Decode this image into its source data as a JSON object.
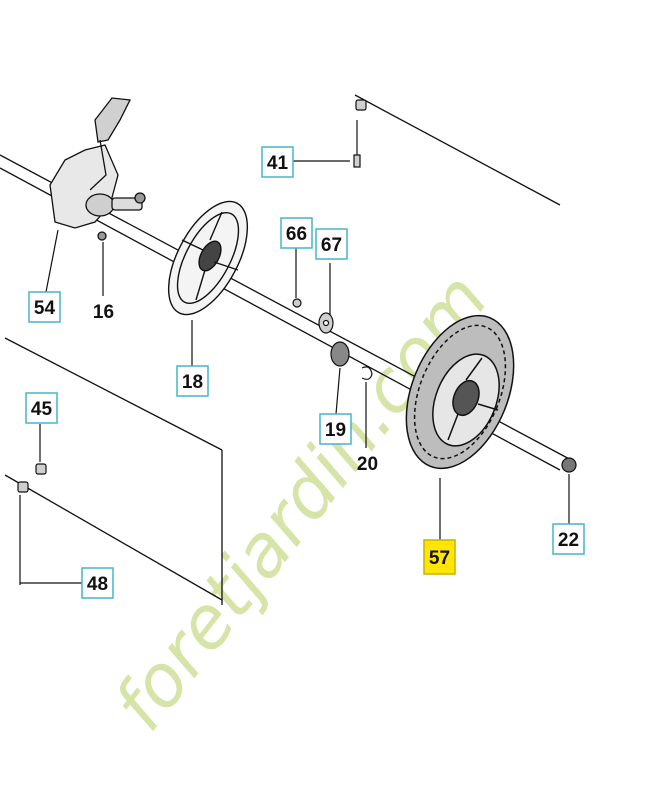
{
  "watermark": {
    "text": "foretjardin.com",
    "colors": [
      "#c9dc8c",
      "#f3c38f",
      "#c9c9c0"
    ]
  },
  "parts": [
    {
      "id": "41",
      "boxed": true,
      "highlight": false
    },
    {
      "id": "66",
      "boxed": true,
      "highlight": false
    },
    {
      "id": "67",
      "boxed": true,
      "highlight": false
    },
    {
      "id": "54",
      "boxed": true,
      "highlight": false
    },
    {
      "id": "16",
      "boxed": false,
      "highlight": false
    },
    {
      "id": "18",
      "boxed": true,
      "highlight": false
    },
    {
      "id": "45",
      "boxed": true,
      "highlight": false
    },
    {
      "id": "19",
      "boxed": true,
      "highlight": false
    },
    {
      "id": "20",
      "boxed": false,
      "highlight": false
    },
    {
      "id": "57",
      "boxed": true,
      "highlight": true
    },
    {
      "id": "22",
      "boxed": true,
      "highlight": false
    },
    {
      "id": "48",
      "boxed": true,
      "highlight": false
    }
  ],
  "colors": {
    "box_border": "#46b6c8",
    "highlight_fill": "#ffe600",
    "line": "#111111"
  }
}
